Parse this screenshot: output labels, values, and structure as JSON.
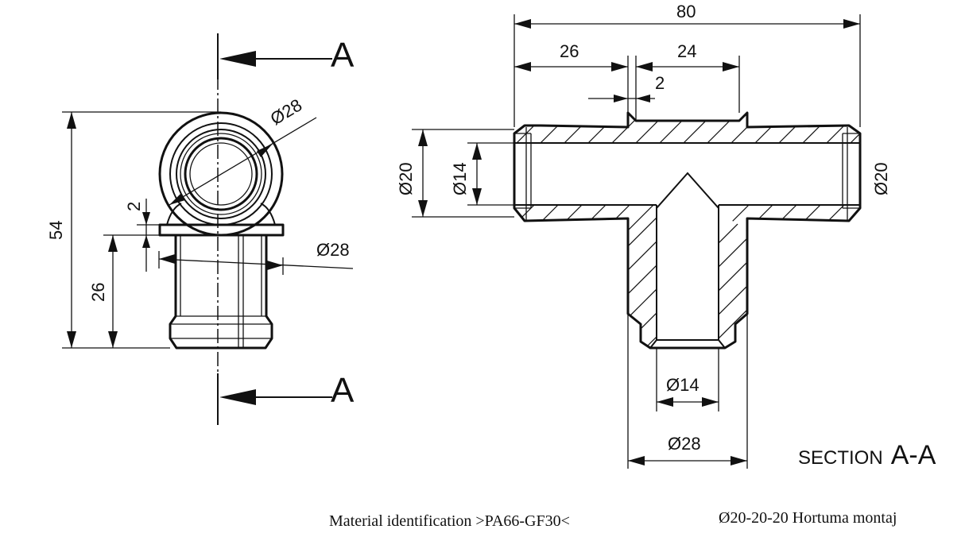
{
  "section_marker": {
    "top": "A",
    "bottom": "A"
  },
  "side_view": {
    "dim_height_total": "54",
    "dim_height_branch": "26",
    "dim_wall": "2",
    "dim_diameter_outer": "Ø28",
    "dim_diameter_branch": "Ø28"
  },
  "section_view": {
    "dim_length_total": "80",
    "dim_length_left": "26",
    "dim_length_boss": "24",
    "dim_wall": "2",
    "dim_diameter_run_outer": "Ø20",
    "dim_diameter_run_inner": "Ø14",
    "dim_diameter_run_right": "Ø20",
    "dim_diameter_branch_inner": "Ø14",
    "dim_diameter_branch_outer": "Ø28",
    "title_prefix": "SECTION",
    "title_letter": "A-A"
  },
  "footer": {
    "material": "Material identification >PA66-GF30<",
    "part": "Ø20-20-20  Hortuma montaj"
  }
}
